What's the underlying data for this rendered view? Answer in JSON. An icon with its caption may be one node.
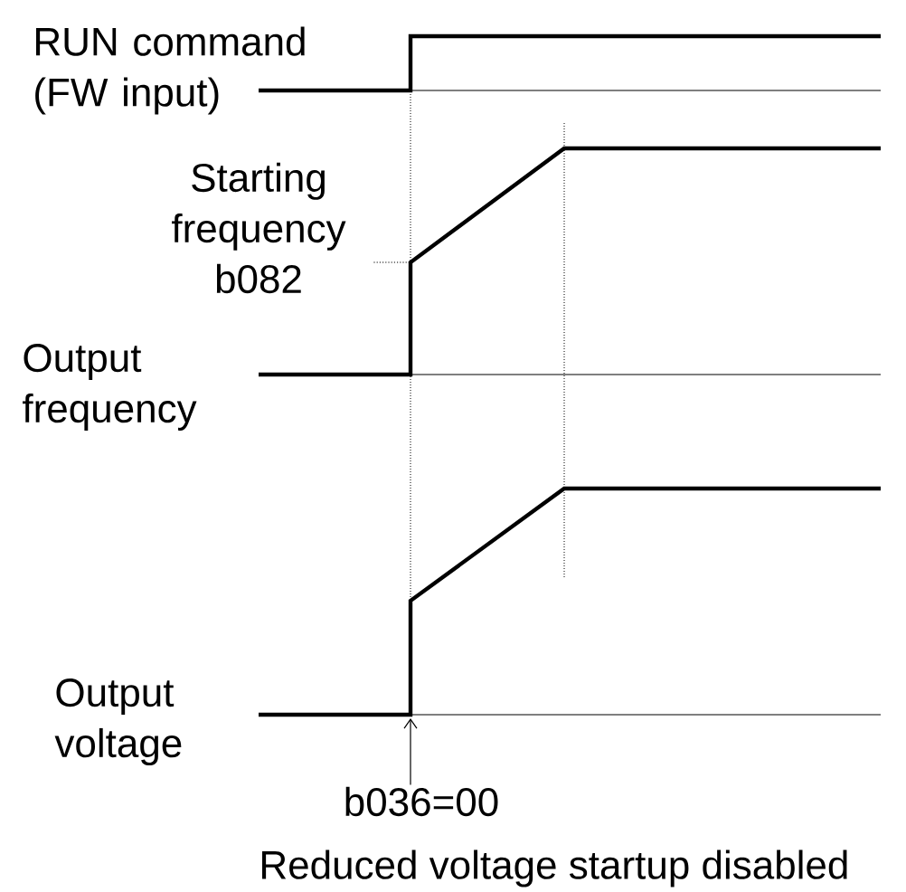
{
  "diagram": {
    "caption": "Reduced voltage startup disabled",
    "nodes": [
      {
        "text": [
          "Starting frequency b082"
        ]
      },
      {
        "text": [
          "b036=00"
        ]
      }
    ],
    "edges": [
      {
        "from": 0,
        "to": null,
        "arrow": "none",
        "style": "dashed"
      },
      {
        "from": 1,
        "to": null,
        "arrow": "to"
      }
    ],
    "labels": [
      "RUN command (FW input)",
      "Output frequency",
      "Output voltage"
    ]
  }
}
